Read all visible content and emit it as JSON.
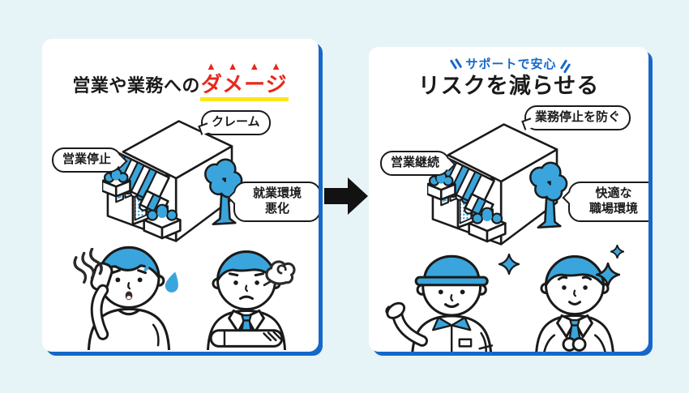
{
  "colors": {
    "page_background": "#e7f4f7",
    "panel_background": "#ffffff",
    "panel_shadow_blue": "#1568c9",
    "outline_black": "#1a1a1a",
    "illustration_blue": "#3aa5dc",
    "emphasis_red": "#e8281c",
    "underline_yellow": "#f8e71c",
    "badge_blue": "#1568c9",
    "arrow_black": "#121212"
  },
  "left_panel": {
    "title_prefix": "営業や業務への",
    "title_emphasis": "ダメージ",
    "bubble_claim": "クレーム",
    "bubble_sales_stop": "営業停止",
    "bubble_workenv_line1": "就業環境",
    "bubble_workenv_line2": "悪化",
    "illustration_icons": [
      "storefront",
      "sweating-worried-man",
      "arms-crossed-businessman",
      "stress-squiggle",
      "sweat-drop",
      "sigh-puff"
    ]
  },
  "transition": {
    "icon": "right-arrow"
  },
  "right_panel": {
    "badge_text": "サポートで安心",
    "badge_decor_left": "＼＼",
    "badge_decor_right": "／／",
    "title": "リスクを減らせる",
    "bubble_prevent": "業務停止を防ぐ",
    "bubble_continue": "営業継続",
    "bubble_comfort_line1": "快適な",
    "bubble_comfort_line2": "職場環境",
    "illustration_icons": [
      "storefront",
      "smiling-worker-cap",
      "relieved-businessman",
      "sparkle"
    ]
  }
}
